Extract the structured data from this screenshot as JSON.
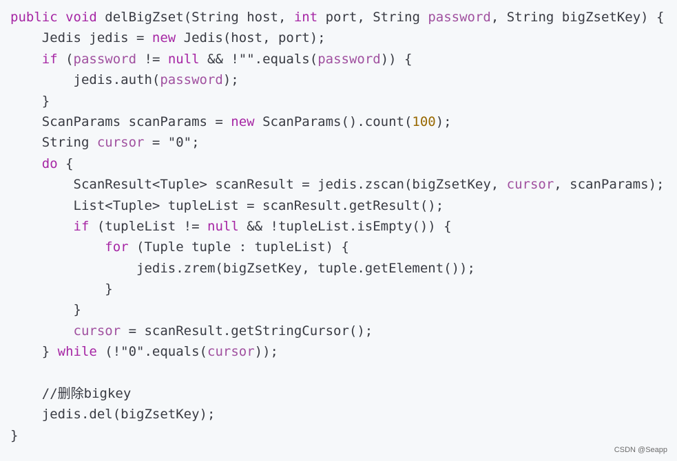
{
  "lines": [
    [
      {
        "t": "public",
        "c": "kw"
      },
      {
        "t": " "
      },
      {
        "t": "void",
        "c": "kw"
      },
      {
        "t": " delBigZset(String host, "
      },
      {
        "t": "int",
        "c": "kw"
      },
      {
        "t": " port, String "
      },
      {
        "t": "password",
        "c": "var"
      },
      {
        "t": ", String bigZsetKey) {"
      }
    ],
    [
      {
        "t": "    Jedis jedis = "
      },
      {
        "t": "new",
        "c": "kw"
      },
      {
        "t": " Jedis(host, port);"
      }
    ],
    [
      {
        "t": "    "
      },
      {
        "t": "if",
        "c": "kw"
      },
      {
        "t": " ("
      },
      {
        "t": "password",
        "c": "var"
      },
      {
        "t": " != "
      },
      {
        "t": "null",
        "c": "kw"
      },
      {
        "t": " && !\"\".equals("
      },
      {
        "t": "password",
        "c": "var"
      },
      {
        "t": ")) {"
      }
    ],
    [
      {
        "t": "        jedis.auth("
      },
      {
        "t": "password",
        "c": "var"
      },
      {
        "t": ");"
      }
    ],
    [
      {
        "t": "    }"
      }
    ],
    [
      {
        "t": "    ScanParams scanParams = "
      },
      {
        "t": "new",
        "c": "kw"
      },
      {
        "t": " ScanParams().count("
      },
      {
        "t": "100",
        "c": "num"
      },
      {
        "t": ");"
      }
    ],
    [
      {
        "t": "    String "
      },
      {
        "t": "cursor",
        "c": "var"
      },
      {
        "t": " = \"0\";"
      }
    ],
    [
      {
        "t": "    "
      },
      {
        "t": "do",
        "c": "kw"
      },
      {
        "t": " {"
      }
    ],
    [
      {
        "t": "        ScanResult<Tuple> scanResult = jedis.zscan(bigZsetKey, "
      },
      {
        "t": "cursor",
        "c": "var"
      },
      {
        "t": ", scanParams);"
      }
    ],
    [
      {
        "t": "        List<Tuple> tupleList = scanResult.getResult();"
      }
    ],
    [
      {
        "t": "        "
      },
      {
        "t": "if",
        "c": "kw"
      },
      {
        "t": " (tupleList != "
      },
      {
        "t": "null",
        "c": "kw"
      },
      {
        "t": " && !tupleList.isEmpty()) {"
      }
    ],
    [
      {
        "t": "            "
      },
      {
        "t": "for",
        "c": "kw"
      },
      {
        "t": " (Tuple tuple : tupleList) {"
      }
    ],
    [
      {
        "t": "                jedis.zrem(bigZsetKey, tuple.getElement());"
      }
    ],
    [
      {
        "t": "            }"
      }
    ],
    [
      {
        "t": "        }"
      }
    ],
    [
      {
        "t": "        "
      },
      {
        "t": "cursor",
        "c": "var"
      },
      {
        "t": " = scanResult.getStringCursor();"
      }
    ],
    [
      {
        "t": "    } "
      },
      {
        "t": "while",
        "c": "kw"
      },
      {
        "t": " (!\"0\".equals("
      },
      {
        "t": "cursor",
        "c": "var"
      },
      {
        "t": "));"
      }
    ],
    [
      {
        "t": ""
      }
    ],
    [
      {
        "t": "    //删除bigkey",
        "c": "cm"
      }
    ],
    [
      {
        "t": "    jedis.del(bigZsetKey);"
      }
    ],
    [
      {
        "t": "}"
      }
    ]
  ],
  "colors": {
    "background": "#f6f8fa",
    "keyword": "#a626a4",
    "variable": "#a0509f",
    "number": "#986801",
    "text": "#383a42"
  },
  "watermark": "CSDN @Seapp"
}
